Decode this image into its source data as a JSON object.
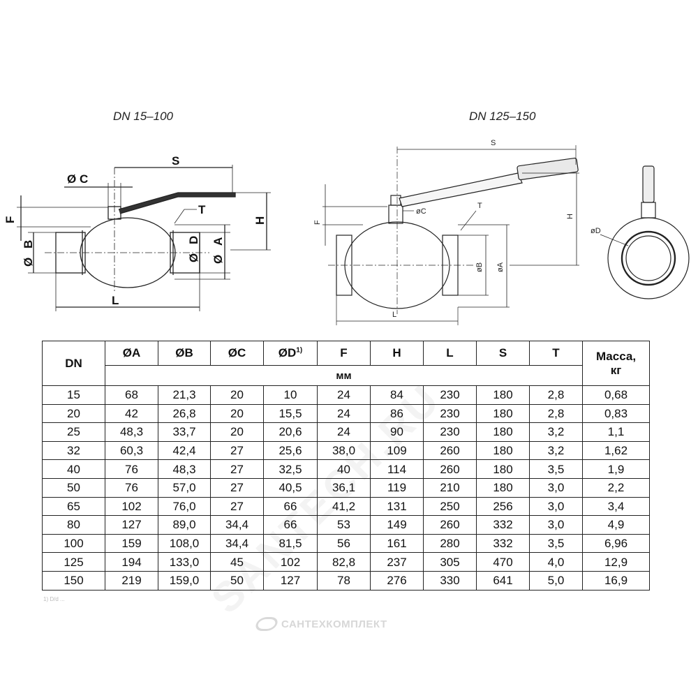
{
  "captions": {
    "left": "DN 15–100",
    "right": "DN 125–150"
  },
  "left_drawing": {
    "labels": {
      "c": "C",
      "s": "S",
      "f": "F",
      "t": "T",
      "h": "H",
      "b": "B",
      "d": "D",
      "a": "A",
      "l": "L"
    },
    "diameter_symbol": "Ø"
  },
  "right_drawing": {
    "labels": {
      "s": "S",
      "f": "F",
      "c": "øC",
      "t": "T",
      "h": "H",
      "b": "øB",
      "a": "øA",
      "l": "L",
      "d": "øD"
    }
  },
  "table": {
    "headers": [
      "DN",
      "ØA",
      "ØB",
      "ØC",
      "ØD",
      "F",
      "H",
      "L",
      "S",
      "T",
      "Масса, кг"
    ],
    "d_footnote_mark": "1)",
    "mass_header": {
      "line1": "Масса,",
      "line2": "кг"
    },
    "unit": "мм",
    "rows": [
      [
        "15",
        "68",
        "21,3",
        "20",
        "10",
        "24",
        "84",
        "230",
        "180",
        "2,8",
        "0,68"
      ],
      [
        "20",
        "42",
        "26,8",
        "20",
        "15,5",
        "24",
        "86",
        "230",
        "180",
        "2,8",
        "0,83"
      ],
      [
        "25",
        "48,3",
        "33,7",
        "20",
        "20,6",
        "24",
        "90",
        "230",
        "180",
        "3,2",
        "1,1"
      ],
      [
        "32",
        "60,3",
        "42,4",
        "27",
        "25,6",
        "38,0",
        "109",
        "260",
        "180",
        "3,2",
        "1,62"
      ],
      [
        "40",
        "76",
        "48,3",
        "27",
        "32,5",
        "40",
        "114",
        "260",
        "180",
        "3,5",
        "1,9"
      ],
      [
        "50",
        "76",
        "57,0",
        "27",
        "40,5",
        "36,1",
        "119",
        "210",
        "180",
        "3,0",
        "2,2"
      ],
      [
        "65",
        "102",
        "76,0",
        "27",
        "66",
        "41,2",
        "131",
        "250",
        "256",
        "3,0",
        "3,4"
      ],
      [
        "80",
        "127",
        "89,0",
        "34,4",
        "66",
        "53",
        "149",
        "260",
        "332",
        "3,0",
        "4,9"
      ],
      [
        "100",
        "159",
        "108,0",
        "34,4",
        "81,5",
        "56",
        "161",
        "280",
        "332",
        "3,5",
        "6,96"
      ],
      [
        "125",
        "194",
        "133,0",
        "45",
        "102",
        "82,8",
        "237",
        "305",
        "470",
        "4,0",
        "12,9"
      ],
      [
        "150",
        "219",
        "159,0",
        "50",
        "127",
        "78",
        "276",
        "330",
        "641",
        "5,0",
        "16,9"
      ]
    ]
  },
  "footnote": "1) D/d ...",
  "watermark": "SANTECH.RU",
  "brand": "САНТЕХКОМПЛЕКТ"
}
